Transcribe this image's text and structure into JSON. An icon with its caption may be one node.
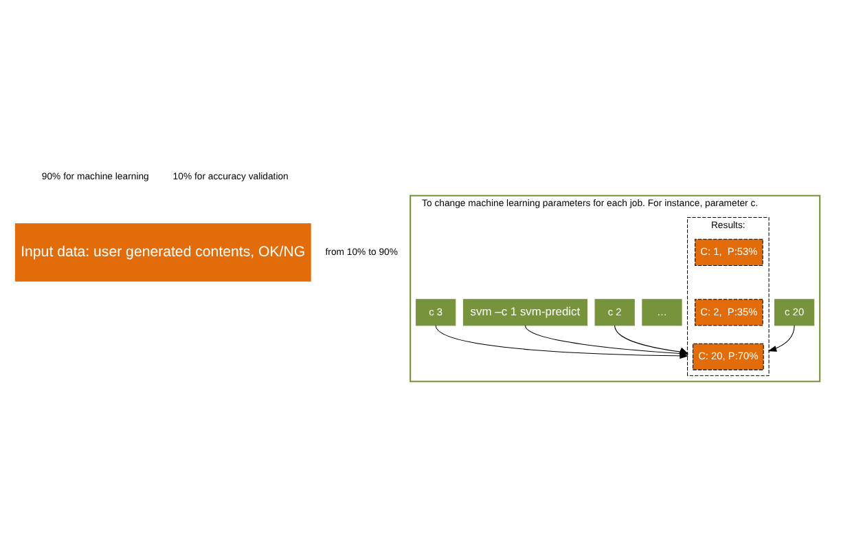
{
  "diagram": {
    "nodes": [
      {
        "text": [
          "Input data: user generated contents, OK/NG"
        ]
      },
      {
        "text": [
          "To change machine learning parameters for each job. For instance, parameter c."
        ]
      },
      {
        "text": [
          "svm –c 1 svm-predict"
        ],
        "in": 1
      },
      {
        "text": [
          "c 2"
        ],
        "in": 1
      },
      {
        "text": [
          "c 3"
        ],
        "in": 1
      },
      {
        "text": [
          "…"
        ],
        "in": 1
      },
      {
        "text": [
          "c 20"
        ],
        "in": 1
      },
      {
        "text": [
          "Results:"
        ],
        "in": 1
      },
      {
        "text": [
          "C: 1,  P:53%"
        ],
        "in": 7
      },
      {
        "text": [
          "C: 2,  P:35%"
        ],
        "in": 7
      },
      {
        "text": [
          "C: 20, P:70%"
        ],
        "in": 7
      }
    ],
    "edges": [
      {
        "from": 2,
        "to": 7,
        "arrow": "to"
      },
      {
        "from": 3,
        "to": 7,
        "arrow": "to"
      },
      {
        "from": 4,
        "to": 7,
        "arrow": "to"
      },
      {
        "from": 6,
        "to": 7,
        "arrow": "to"
      }
    ],
    "labels": [
      "90% for machine learning",
      "10% for accuracy validation",
      "from 10% to 90%"
    ]
  }
}
